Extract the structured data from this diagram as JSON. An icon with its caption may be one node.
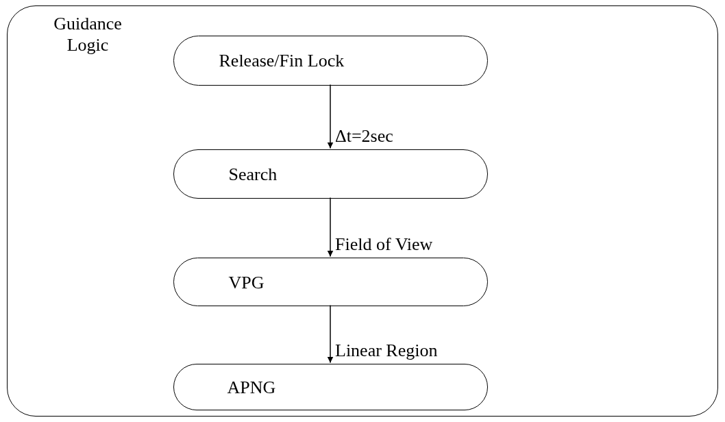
{
  "diagram": {
    "nodes": [
      {
        "text": [
          "Guidance Logic"
        ]
      },
      {
        "text": [
          "Release/Fin Lock"
        ],
        "in": 0
      },
      {
        "text": [
          "Search"
        ],
        "in": 0
      },
      {
        "text": [
          "VPG"
        ],
        "in": 0
      },
      {
        "text": [
          "APNG"
        ],
        "in": 0
      }
    ],
    "edges": [
      {
        "from": 1,
        "to": 2,
        "arrow": "to",
        "label": "Δt=2sec"
      },
      {
        "from": 2,
        "to": 3,
        "arrow": "to",
        "label": "Field of View"
      },
      {
        "from": 3,
        "to": 4,
        "arrow": "to",
        "label": "Linear Region"
      }
    ]
  }
}
